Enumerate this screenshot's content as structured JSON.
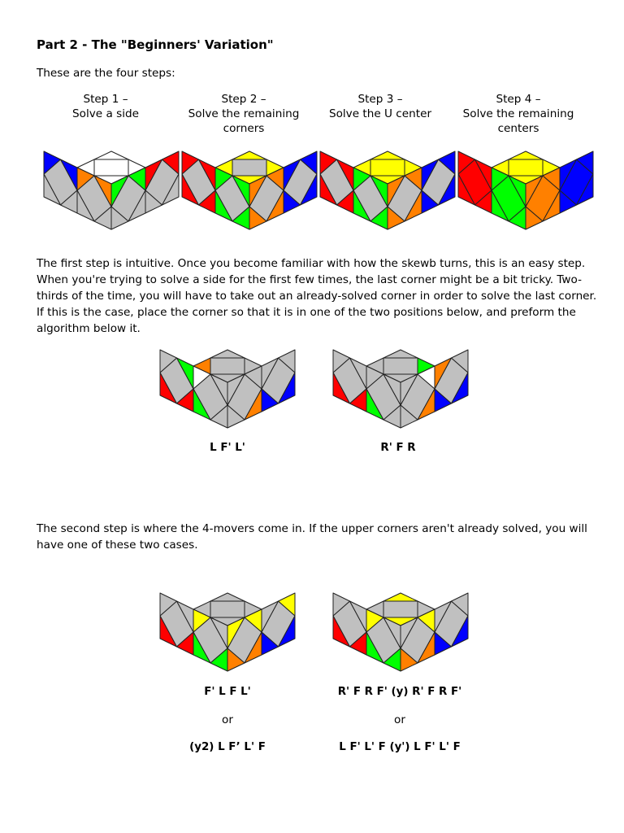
{
  "title": "Part 2 - The \"Beginners' Variation\"",
  "intro": "These are the four steps:",
  "steps": [
    {
      "line1": "Step 1 –",
      "line2": "Solve a side",
      "line3": ""
    },
    {
      "line1": "Step 2 –",
      "line2": "Solve the remaining",
      "line3": "corners"
    },
    {
      "line1": "Step 3 –",
      "line2": "Solve the U center",
      "line3": ""
    },
    {
      "line1": "Step 4 –",
      "line2": "Solve the remaining",
      "line3": "centers"
    }
  ],
  "para1": "The first step is intuitive. Once you become familiar with how the skewb turns, this is an easy step. When you're trying to solve a side for the first few times, the last corner might be a bit tricky. Two-thirds of the time, you will have to take out an already-solved corner in order to solve the last corner. If this is the case, place the corner so that it is in one of the two positions below, and preform the algorithm below it.",
  "para2": "The second step is where the 4-movers come in. If the upper corners aren't already solved, you will have one of these two cases.",
  "algorithms": {
    "case_a": "L F' L'",
    "case_b": "R' F R",
    "case_c_1": "F' L F L'",
    "case_c_or": "or",
    "case_c_2": "(y2) L F’ L' F",
    "case_d_1": "R' F R F' (y) R' F R F'",
    "case_d_or": "or",
    "case_d_2": "L F' L' F (y') L F' L' F"
  },
  "colors": {
    "W": "#ffffff",
    "G": "#c0c0c0",
    "Y": "#ffff00",
    "R": "#ff0000",
    "B": "#0000ff",
    "O": "#ff8000",
    "N": "#00ff00",
    "stroke": "#222222"
  },
  "diagrams": {
    "step1": {
      "top": "WWWWW",
      "left": "GOOGG",
      "right": "GNNGG",
      "lflap": "GBBGG",
      "rflap": "GRRGG"
    },
    "step2": {
      "top": "GYYYY",
      "left": "GNNNN",
      "right": "GOOOO",
      "lflap": "GRRRR",
      "rflap": "GBBBB"
    },
    "step3": {
      "top": "YYYYY",
      "left": "GNNNN",
      "right": "GOOOO",
      "lflap": "GRRRR",
      "rflap": "GBBBB"
    },
    "step4": {
      "top": "YYYYY",
      "left": "NNNNN",
      "right": "OOOOO",
      "lflap": "RRRRR",
      "rflap": "BBBBB"
    },
    "case_a": {
      "top": "GGGGO",
      "left": "GWGGN",
      "right": "GGGOG",
      "lflap": "GGNRR",
      "rflap": "GGGBB"
    },
    "case_b": {
      "top": "GGNGG",
      "left": "GGGGN",
      "right": "GGWOG",
      "lflap": "GGGRR",
      "rflap": "GOGBB"
    },
    "case_c": {
      "top": "GGGGG",
      "left": "GYGNN",
      "right": "GYYOO",
      "lflap": "GGGRR",
      "rflap": "GGYBB"
    },
    "case_d": {
      "top": "GYGYG",
      "left": "GYGNN",
      "right": "GGYOO",
      "lflap": "GGGRR",
      "rflap": "GGGBB"
    }
  }
}
